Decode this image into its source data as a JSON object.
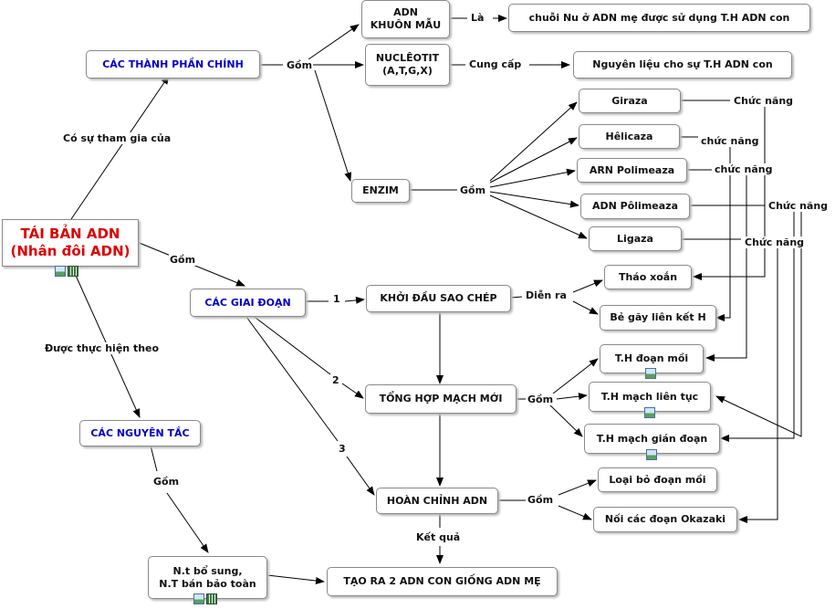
{
  "root": {
    "line1": "TÁI BẢN ADN",
    "line2": "(Nhân đôi ADN)"
  },
  "nodes": {
    "cac_thanh_phan": "CÁC THÀNH PHẦN CHÍNH",
    "adn_khuon_line1": "ADN",
    "adn_khuon_line2": "KHUÔN MẪU",
    "chuoi_nu": "chuỗi Nu ở ADN mẹ được sử dụng T.H ADN con",
    "nucleotit_line1": "NUCLÊOTIT",
    "nucleotit_line2": "(A,T,G,X)",
    "nguyen_lieu": "Nguyên liệu cho sự T.H ADN con",
    "enzim": "ENZIM",
    "giraza": "Giraza",
    "helicaza": "Hêlicaza",
    "arn_polimeaza": "ARN Polimeaza",
    "adn_polimeaza": "ADN Pôlimeaza",
    "ligaza": "Ligaza",
    "cac_giai_doan": "CÁC GIAI ĐOẠN",
    "khoi_dau": "KHỞI ĐẦU SAO CHÉP",
    "thao_xoan": "Tháo xoắn",
    "be_gay": "Bẻ gãy liên kết H",
    "tong_hop": "TỔNG HỢP MẠCH MỚI",
    "th_doan_moi": "T.H đoạn mồi",
    "th_mach_lien_tuc": "T.H mạch liên tục",
    "th_mach_gian_doan": "T.H mạch gián đoạn",
    "hoan_chinh": "HOÀN CHỈNH ADN",
    "loai_bo": "Loại bỏ đoạn mồi",
    "noi_okazaki": "Nối các đoạn Okazaki",
    "cac_nguyen_tac": "CÁC NGUYÊN TẮC",
    "nt_line1": "N.t bổ sung,",
    "nt_line2": "N.T bán bảo toàn",
    "tao_ra": "TẠO RA 2 ADN CON GIỐNG ADN MẸ"
  },
  "labels": {
    "co_su_tham_gia": "Có sự tham gia của",
    "gom_thanh_phan": "Gồm",
    "la": "Là",
    "cung_cap": "Cung cấp",
    "gom_enzim": "Gồm",
    "chuc_nang_giraza": "Chức năng",
    "chuc_nang_helicaza": "chức năng",
    "chuc_nang_arn": "chức năng",
    "chuc_nang_adn": "Chức năng",
    "chuc_nang_ligaza": "Chức năng",
    "gom_root": "Gồm",
    "dien_ra": "Diễn ra",
    "step1": "1",
    "step2": "2",
    "step3": "3",
    "gom_tong_hop": "Gồm",
    "gom_hoan_chinh": "Gồm",
    "duoc_thuc_hien": "Được thực hiện theo",
    "gom_nguyen_tac": "Gồm",
    "ket_qua": "Kết quả"
  },
  "colors": {
    "root_text": "#dd0000",
    "heading_text": "#0000cc",
    "line": "#000000"
  },
  "icons": [
    "picture-icon",
    "film-icon"
  ]
}
